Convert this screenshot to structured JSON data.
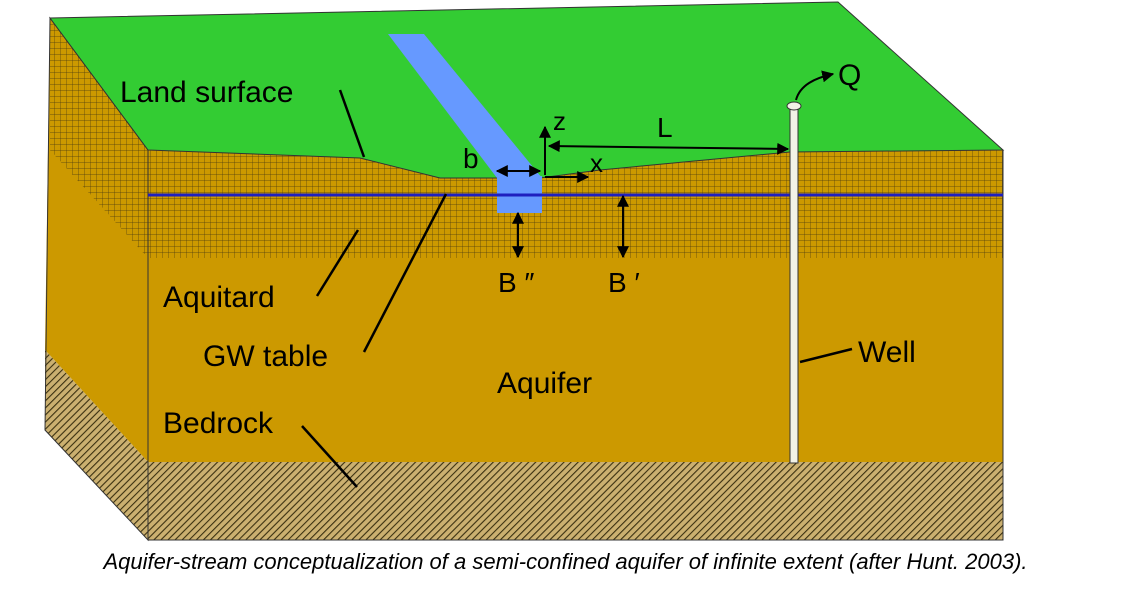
{
  "labels": {
    "land_surface": "Land surface",
    "aquitard": "Aquitard",
    "gw_table": "GW table",
    "bedrock": "Bedrock",
    "aquifer": "Aquifer",
    "well": "Well",
    "q": "Q",
    "z": "z",
    "x": "x",
    "b": "b",
    "l": "L",
    "b_double_prime": "B ″",
    "b_prime": "B ′"
  },
  "caption": "Aquifer-stream conceptualization of a semi-confined aquifer of infinite extent (after Hunt. 2003).",
  "colors": {
    "land": "#33cc33",
    "aquifer": "#cc9900",
    "stream": "#6699ff",
    "gw_line": "#1f1fbf",
    "bedrock": "#5c5228",
    "well": "#f2f2e6"
  }
}
